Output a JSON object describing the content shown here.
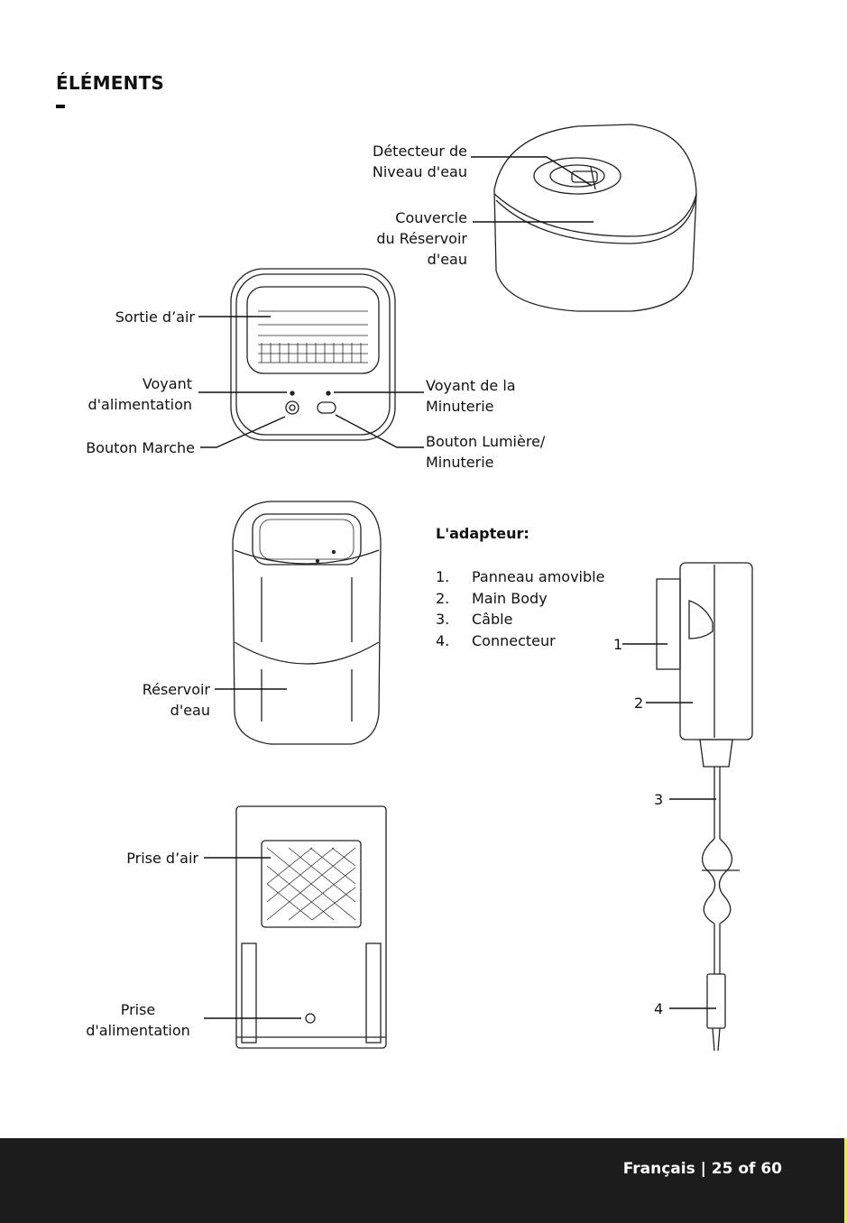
{
  "page": {
    "title": "ÉLÉMENTS",
    "footer": "Français | 25 of 60"
  },
  "labels": {
    "water_level_sensor": [
      "Détecteur de",
      "Niveau d'eau"
    ],
    "tank_lid": [
      "Couvercle",
      "du Réservoir",
      "d'eau"
    ],
    "air_outlet": [
      "Sortie d’air"
    ],
    "power_indicator": [
      "Voyant",
      "d'alimentation"
    ],
    "power_button": [
      "Bouton Marche"
    ],
    "timer_indicator": [
      "Voyant de la",
      "Minuterie"
    ],
    "light_timer_button": [
      "Bouton Lumière/",
      "Minuterie"
    ],
    "water_tank": [
      "Réservoir",
      "d'eau"
    ],
    "air_inlet": [
      "Prise d’air"
    ],
    "power_socket": [
      "Prise",
      "d'alimentation"
    ]
  },
  "adapter": {
    "heading": "L'adapteur:",
    "items": [
      {
        "num": "1.",
        "label": "Panneau amovible"
      },
      {
        "num": "2.",
        "label": "Main Body"
      },
      {
        "num": "3.",
        "label": "Câble"
      },
      {
        "num": "4.",
        "label": "Connecteur"
      }
    ],
    "callouts": [
      "1",
      "2",
      "3",
      "4"
    ]
  }
}
